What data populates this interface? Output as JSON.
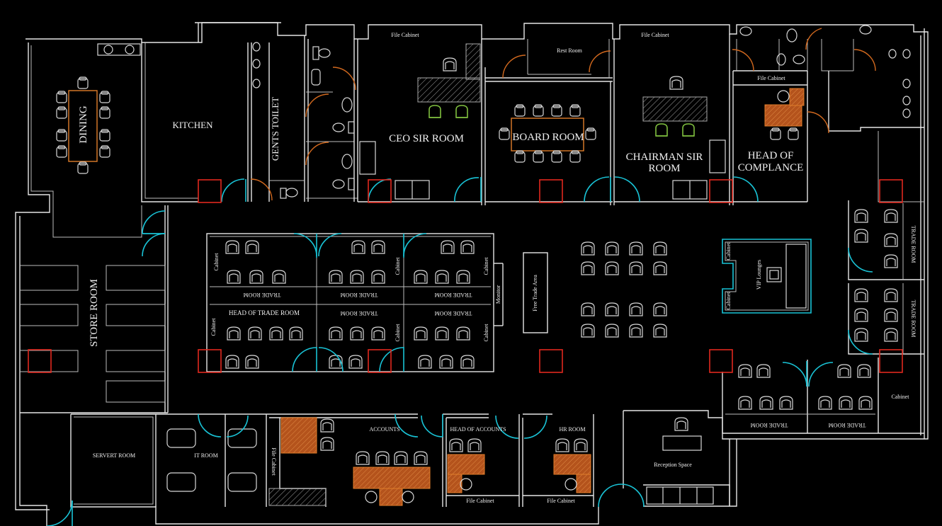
{
  "rooms": {
    "dining": "DINING",
    "kitchen": "KITCHEN",
    "gents_toilet": "GENTS TOILET",
    "ceo": "CEO SIR ROOM",
    "board": "BOARD ROOM",
    "chairman_l1": "CHAIRMAN SIR",
    "chairman_l2": "ROOM",
    "compliance_l1": "HEAD OF",
    "compliance_l2": "COMPLANCE",
    "rest": "Rest Room",
    "store": "STORE ROOM",
    "head_trade": "HEAD OF TRADE ROOM",
    "free_trade": "Free Trade Area",
    "vip": "VIP Lounges",
    "server": "SERVERT ROOM",
    "it": "IT ROOM",
    "accounts": "ACCOUNTS",
    "head_accounts": "HEAD OF ACCOUNTS",
    "hr": "HR ROOM",
    "reception": "Reception Space"
  },
  "labels": {
    "file_cabinet": "File Cabinet",
    "cabinet": "Cabinet",
    "trade_room": "TRADE ROOM",
    "monitor": "Monitor"
  }
}
